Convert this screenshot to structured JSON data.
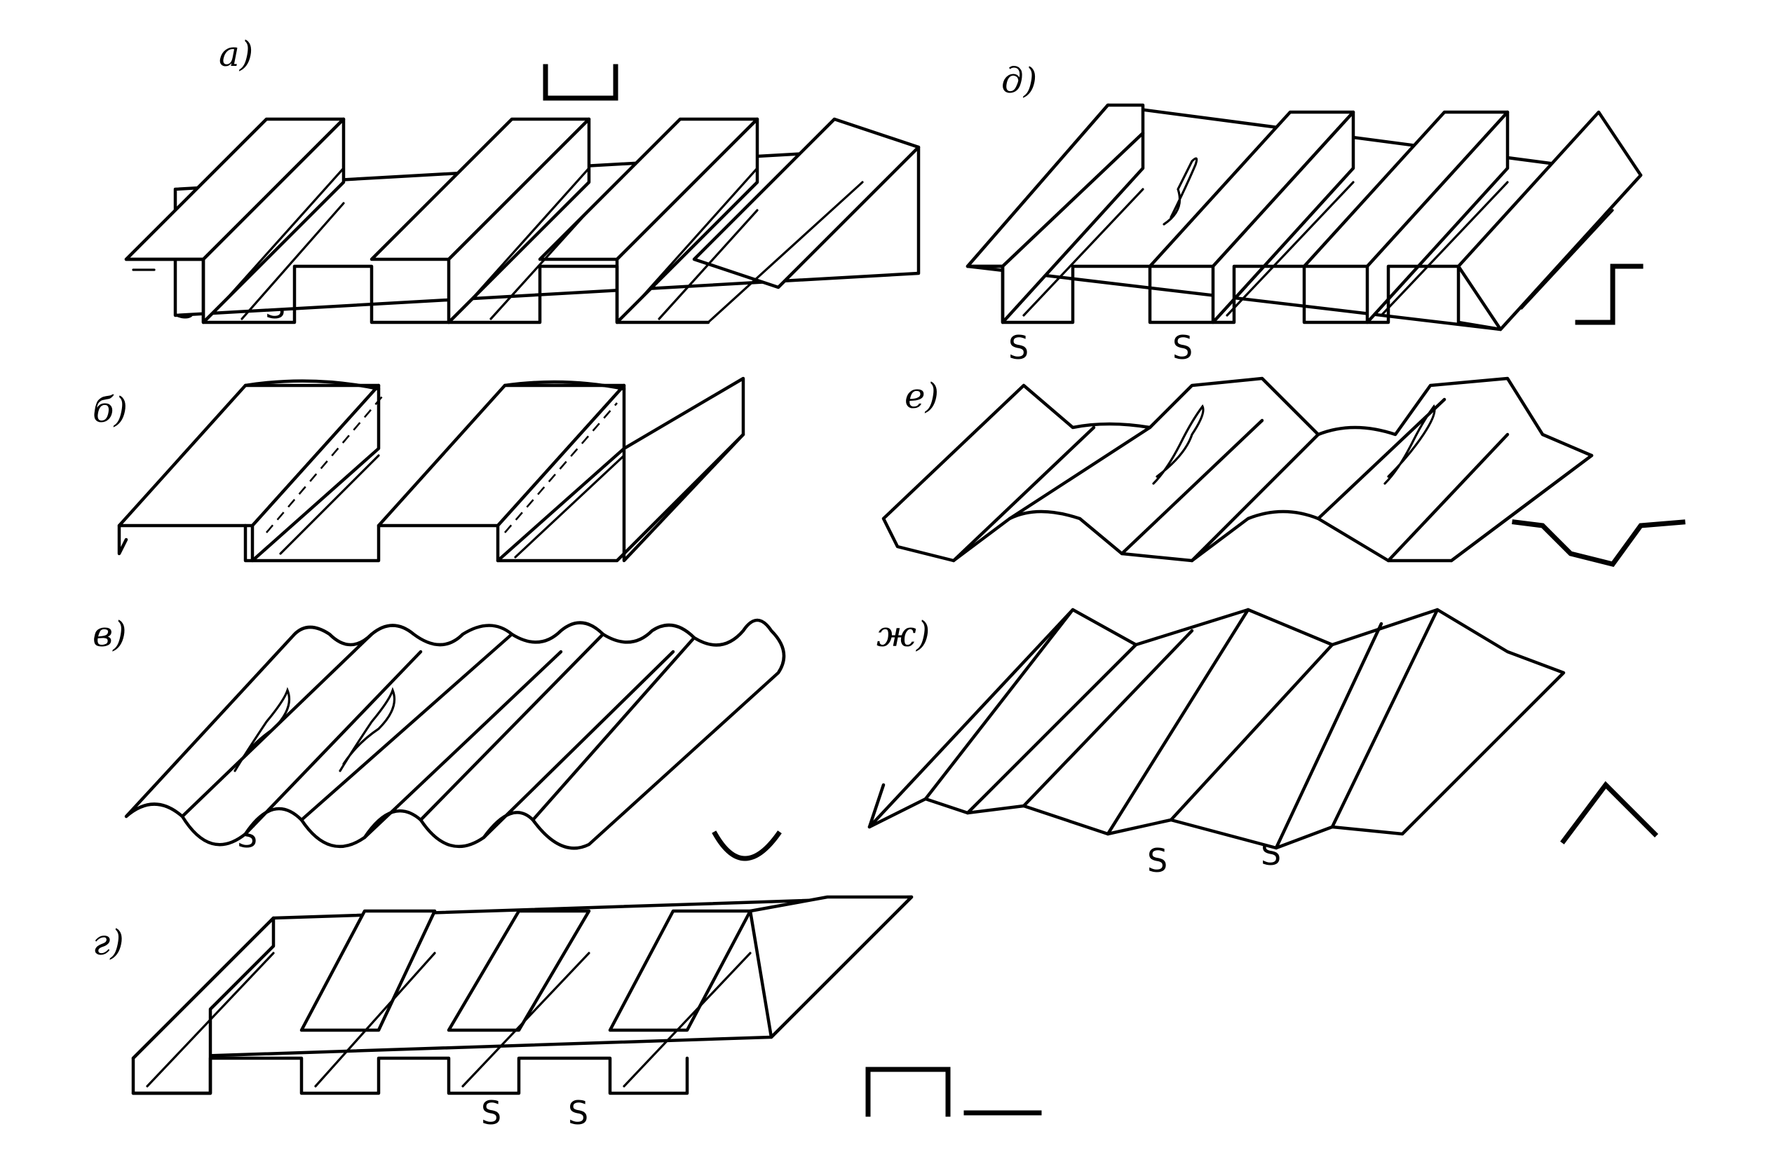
{
  "figure": {
    "panels": [
      {
        "id": "a",
        "label": "а)",
        "section_symbol": "channel-up-symbol",
        "seam_marks": [
          "S",
          "S"
        ]
      },
      {
        "id": "b",
        "label": "б)",
        "section_symbol": "none",
        "seam_marks": []
      },
      {
        "id": "v",
        "label": "в)",
        "section_symbol": "arc-symbol",
        "seam_marks": [
          "S"
        ]
      },
      {
        "id": "g",
        "label": "г)",
        "section_symbol": "hat-symbol",
        "seam_marks": [
          "S",
          "S"
        ]
      },
      {
        "id": "d",
        "label": "д)",
        "section_symbol": "z-symbol",
        "seam_marks": [
          "S",
          "S"
        ]
      },
      {
        "id": "e",
        "label": "е)",
        "section_symbol": "trapezoid-symbol",
        "seam_marks": []
      },
      {
        "id": "zh",
        "label": "ж)",
        "section_symbol": "chevron-symbol",
        "seam_marks": [
          "S",
          "S"
        ]
      }
    ]
  }
}
